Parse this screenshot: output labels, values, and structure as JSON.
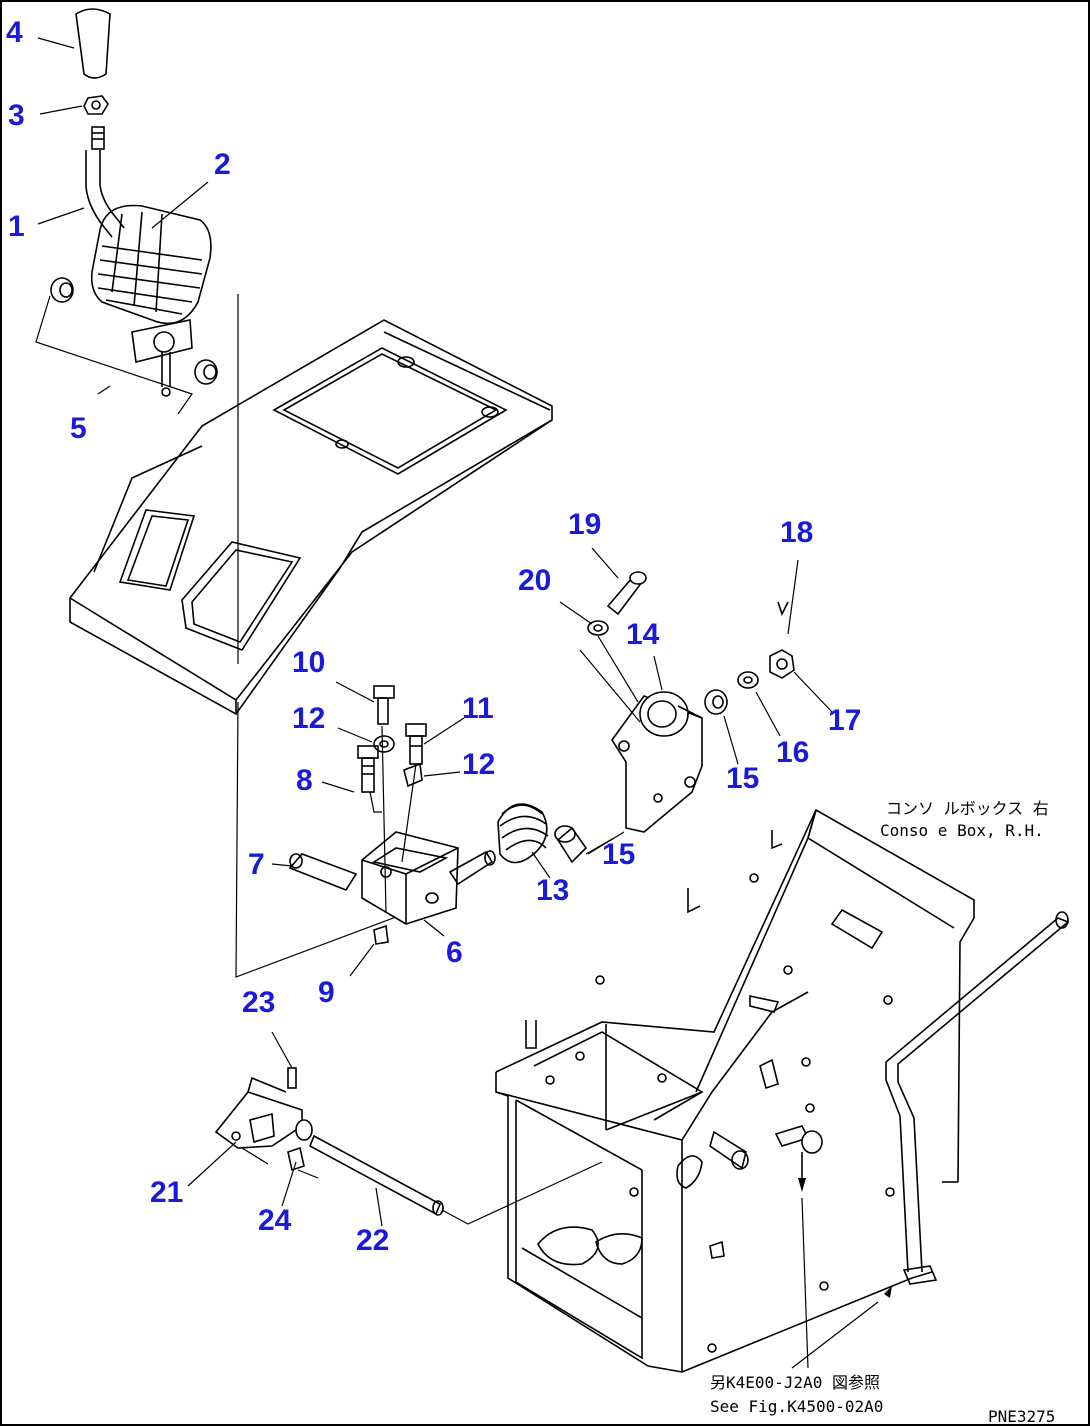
{
  "callouts": {
    "c1": "1",
    "c2": "2",
    "c3": "3",
    "c4": "4",
    "c5": "5",
    "c6": "6",
    "c7": "7",
    "c8": "8",
    "c9": "9",
    "c10": "10",
    "c11": "11",
    "c12a": "12",
    "c12b": "12",
    "c13": "13",
    "c14": "14",
    "c15a": "15",
    "c15b": "15",
    "c16": "16",
    "c17": "17",
    "c18": "18",
    "c19": "19",
    "c20": "20",
    "c21": "21",
    "c22": "22",
    "c23": "23",
    "c24": "24"
  },
  "notes": {
    "console_jp": "コンソ ルボックス 右",
    "console_en": "Conso e Box, R.H.",
    "ref_jp": "另K4E00-J2A0 図参照",
    "ref_en": "See Fig.K4500-02A0",
    "drawing_code": "PNE3275"
  },
  "colors": {
    "callout": "#1a1adc",
    "line": "#000000",
    "background": "#ffffff"
  }
}
